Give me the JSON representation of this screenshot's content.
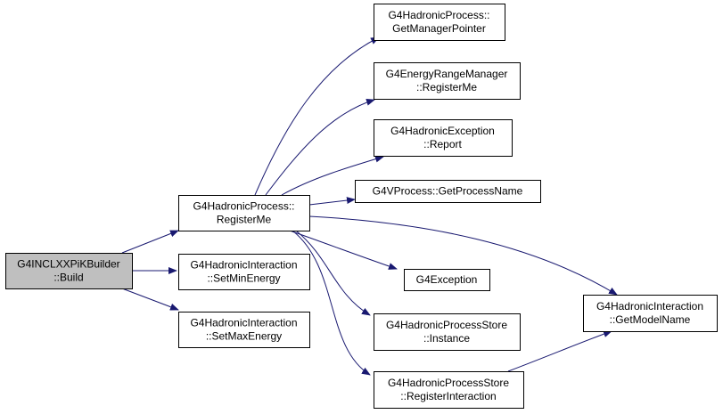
{
  "colors": {
    "node_fill": "#ffffff",
    "root_fill": "#bfbfbf",
    "edge": "#191970",
    "border": "#000000"
  },
  "nodes": [
    {
      "id": "build",
      "lines": [
        "G4INCLXXPiKBuilder",
        "::Build"
      ],
      "root": true
    },
    {
      "id": "registerme",
      "lines": [
        "G4HadronicProcess::",
        "RegisterMe"
      ]
    },
    {
      "id": "setmin",
      "lines": [
        "G4HadronicInteraction",
        "::SetMinEnergy"
      ]
    },
    {
      "id": "setmax",
      "lines": [
        "G4HadronicInteraction",
        "::SetMaxEnergy"
      ]
    },
    {
      "id": "getmgr",
      "lines": [
        "G4HadronicProcess::",
        "GetManagerPointer"
      ]
    },
    {
      "id": "erm",
      "lines": [
        "G4EnergyRangeManager",
        "::RegisterMe"
      ]
    },
    {
      "id": "report",
      "lines": [
        "G4HadronicException",
        "::Report"
      ]
    },
    {
      "id": "getproc",
      "lines": [
        "G4VProcess::GetProcessName"
      ]
    },
    {
      "id": "exception",
      "lines": [
        "G4Exception"
      ]
    },
    {
      "id": "instance",
      "lines": [
        "G4HadronicProcessStore",
        "::Instance"
      ]
    },
    {
      "id": "regint",
      "lines": [
        "G4HadronicProcessStore",
        "::RegisterInteraction"
      ]
    },
    {
      "id": "getmodel",
      "lines": [
        "G4HadronicInteraction",
        "::GetModelName"
      ]
    }
  ],
  "edges": [
    {
      "from": "build",
      "to": "registerme"
    },
    {
      "from": "build",
      "to": "setmin"
    },
    {
      "from": "build",
      "to": "setmax"
    },
    {
      "from": "registerme",
      "to": "getmgr"
    },
    {
      "from": "registerme",
      "to": "erm"
    },
    {
      "from": "registerme",
      "to": "report"
    },
    {
      "from": "registerme",
      "to": "getproc"
    },
    {
      "from": "registerme",
      "to": "getmodel"
    },
    {
      "from": "registerme",
      "to": "exception"
    },
    {
      "from": "registerme",
      "to": "instance"
    },
    {
      "from": "registerme",
      "to": "regint"
    },
    {
      "from": "regint",
      "to": "getmodel"
    }
  ]
}
